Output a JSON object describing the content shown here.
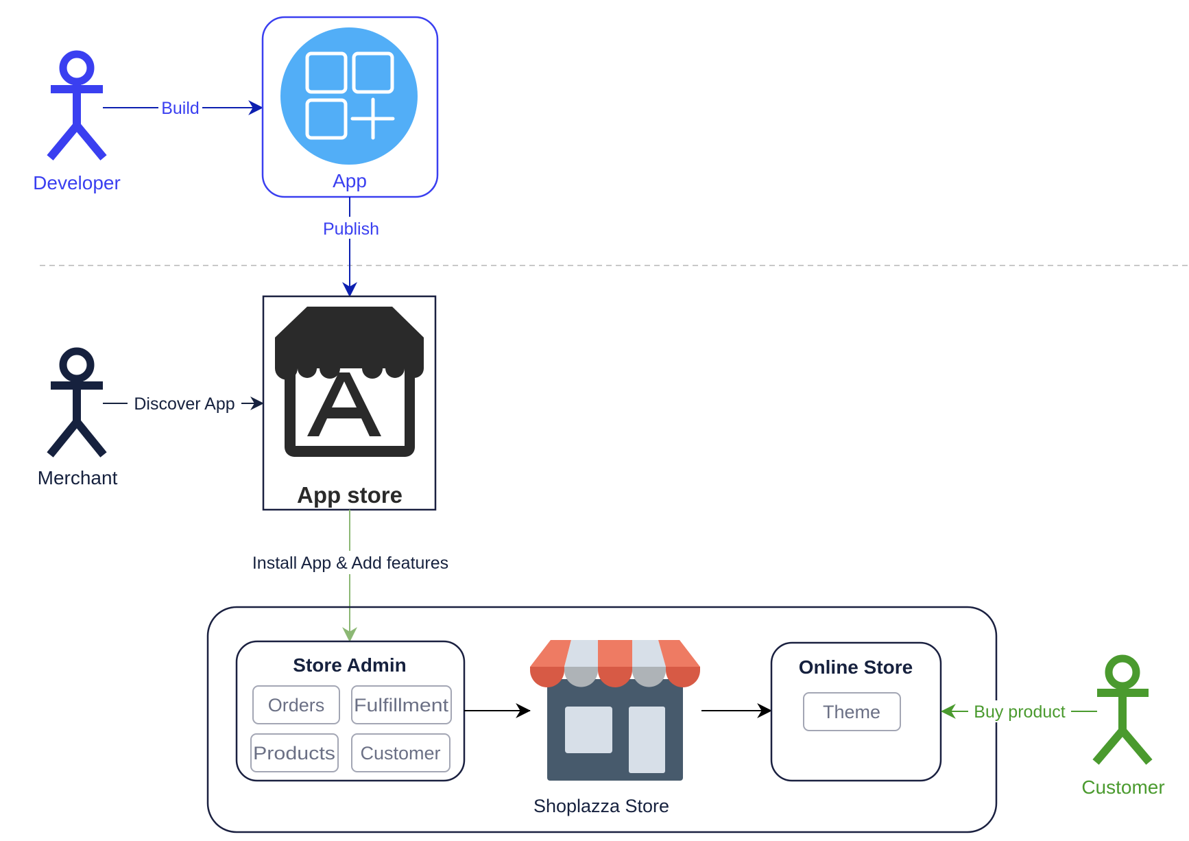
{
  "colors": {
    "developer": "#3a3ff0",
    "developer_arrow": "#0c1fb0",
    "merchant": "#16213e",
    "customer": "#4a9a2e",
    "install_arrow": "#8cb874",
    "app_icon_bg": "#52aef7",
    "box_border": "#1a2040",
    "chip_border": "#a3a6b4",
    "chip_text": "#6b7085",
    "divider": "#c8c8c8",
    "awning_light_red": "#ee7b63",
    "awning_dark_red": "#d75a45",
    "awning_light_grey": "#d7dfe8",
    "awning_dark_grey": "#aeb3b7",
    "store_body": "#475a6c"
  },
  "actors": {
    "developer": {
      "label": "Developer"
    },
    "merchant": {
      "label": "Merchant"
    },
    "customer": {
      "label": "Customer"
    }
  },
  "nodes": {
    "app": {
      "label": "App",
      "icon": "app-grid-plus-icon"
    },
    "app_store": {
      "label": "App store",
      "icon": "storefront-a-icon"
    },
    "shoplazza_store": {
      "label": "Shoplazza Store",
      "icon": "shop-awning-icon"
    },
    "store_admin": {
      "title": "Store Admin",
      "items": [
        "Orders",
        "Fulfillment",
        "Products",
        "Customer"
      ]
    },
    "online_store": {
      "title": "Online Store",
      "items": [
        "Theme"
      ]
    }
  },
  "edges": {
    "build": "Build",
    "publish": "Publish",
    "discover": "Discover App",
    "install": "Install App & Add features",
    "buy": "Buy product"
  }
}
